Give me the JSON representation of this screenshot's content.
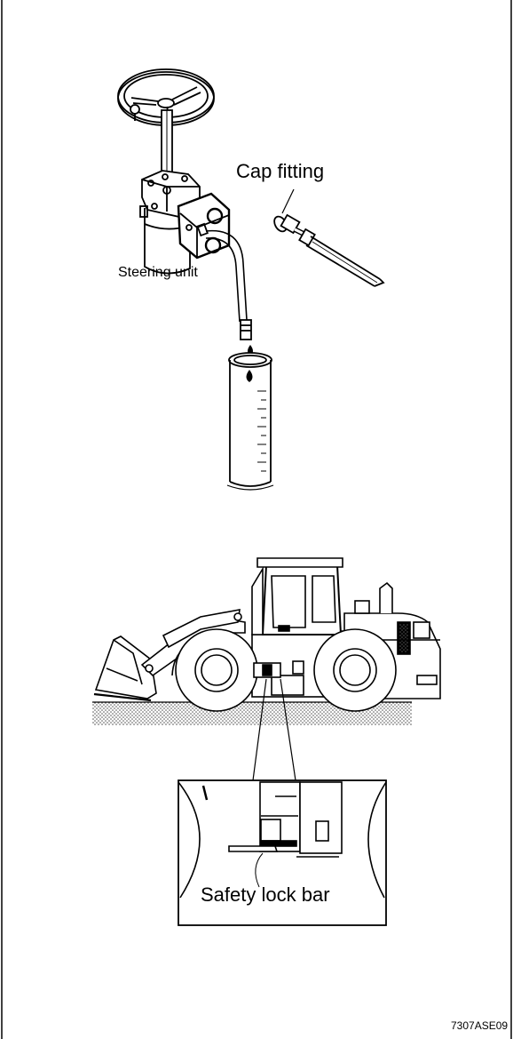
{
  "labels": {
    "cap_fitting": "Cap fitting",
    "steering_unit": "Steering unit",
    "safety_lock_bar": "Safety lock bar",
    "figure_code": "7307ASE09"
  },
  "colors": {
    "line": "#000000",
    "background": "#ffffff",
    "ground_dots": "#555555"
  }
}
